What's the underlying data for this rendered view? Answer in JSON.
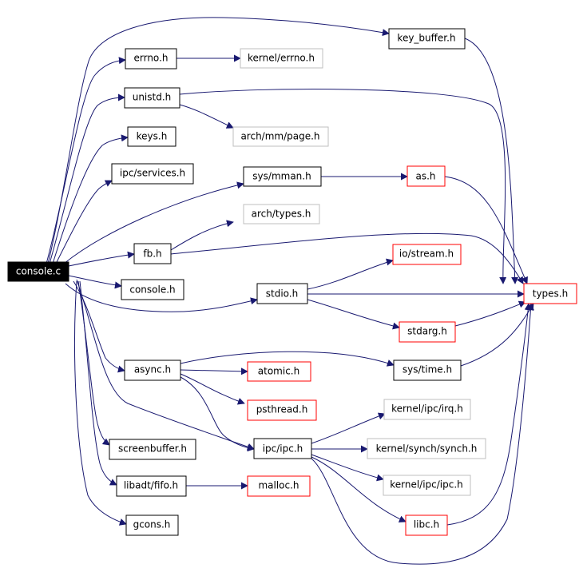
{
  "nodes": {
    "console_c": "console.c",
    "key_buffer_h": "key_buffer.h",
    "errno_h": "errno.h",
    "kernel_errno_h": "kernel/errno.h",
    "unistd_h": "unistd.h",
    "arch_mm_page_h": "arch/mm/page.h",
    "keys_h": "keys.h",
    "ipc_services_h": "ipc/services.h",
    "sys_mman_h": "sys/mman.h",
    "as_h": "as.h",
    "arch_types_h": "arch/types.h",
    "fb_h": "fb.h",
    "io_stream_h": "io/stream.h",
    "console_h": "console.h",
    "stdio_h": "stdio.h",
    "types_h": "types.h",
    "stdarg_h": "stdarg.h",
    "async_h": "async.h",
    "atomic_h": "atomic.h",
    "sys_time_h": "sys/time.h",
    "psthread_h": "psthread.h",
    "kernel_ipc_irq_h": "kernel/ipc/irq.h",
    "screenbuffer_h": "screenbuffer.h",
    "ipc_ipc_h": "ipc/ipc.h",
    "kernel_synch_synch_h": "kernel/synch/synch.h",
    "kernel_ipc_ipc_h": "kernel/ipc/ipc.h",
    "libadt_fifo_h": "libadt/fifo.h",
    "malloc_h": "malloc.h",
    "libc_h": "libc.h",
    "gcons_h": "gcons.h"
  },
  "colors": {
    "edge": "#191970",
    "normal_border": "#000000",
    "red_border": "#ff0000",
    "gray_border": "#bfbfbf",
    "root_fill": "#000000",
    "root_text": "#ffffff"
  }
}
